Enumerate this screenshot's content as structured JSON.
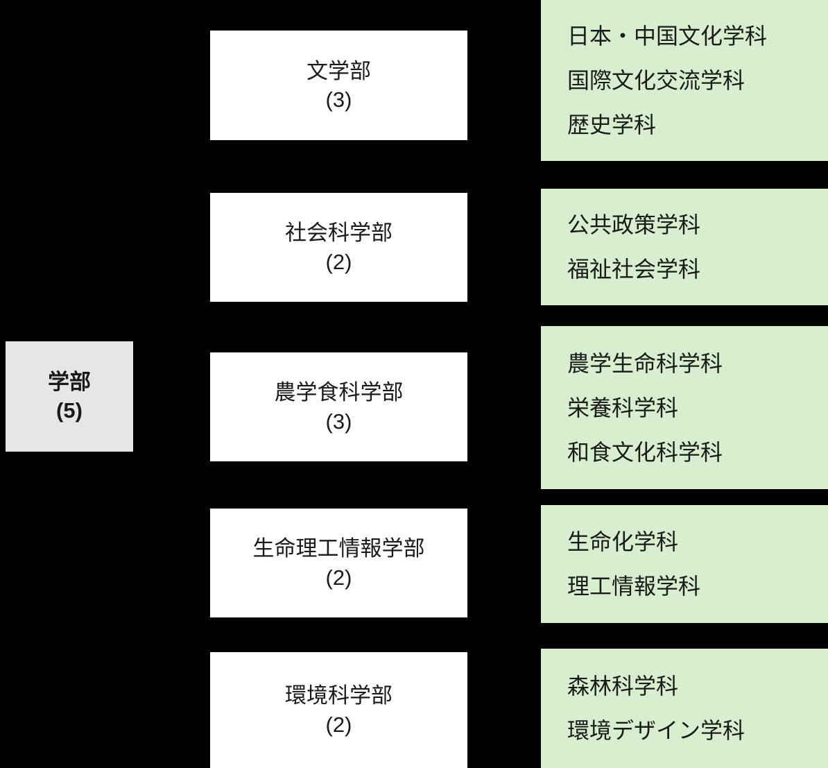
{
  "diagram": {
    "type": "organization-hierarchy",
    "root": {
      "label": "学部",
      "count": "(5)"
    },
    "groups": [
      {
        "faculty": {
          "label": "文学部",
          "count": "(3)"
        },
        "departments": [
          "日本・中国文化学科",
          "国際文化交流学科",
          "歴史学科"
        ]
      },
      {
        "faculty": {
          "label": "社会科学部",
          "count": "(2)"
        },
        "departments": [
          "公共政策学科",
          "福祉社会学科"
        ]
      },
      {
        "faculty": {
          "label": "農学食科学部",
          "count": "(3)"
        },
        "departments": [
          "農学生命科学科",
          "栄養科学科",
          "和食文化科学科"
        ]
      },
      {
        "faculty": {
          "label": "生命理工情報学部",
          "count": "(2)"
        },
        "departments": [
          "生命化学科",
          "理工情報学科"
        ]
      },
      {
        "faculty": {
          "label": "環境科学部",
          "count": "(2)"
        },
        "departments": [
          "森林科学科",
          "環境デザイン学科"
        ]
      }
    ],
    "colors": {
      "background": "#000000",
      "root_fill": "#e6e6e6",
      "faculty_fill": "#ffffff",
      "department_fill": "#d8efcf",
      "text": "#1a1a1a"
    }
  }
}
